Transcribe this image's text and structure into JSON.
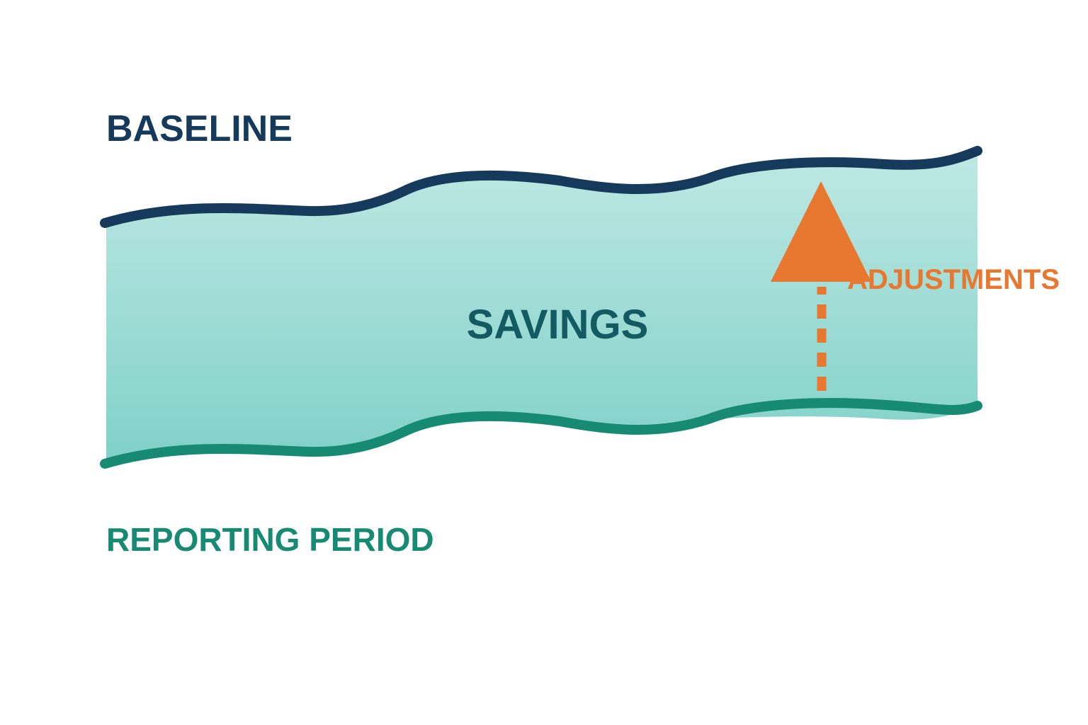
{
  "labels": {
    "baseline": "BASELINE",
    "savings": "SAVINGS",
    "adjustments": "ADJUSTMENTS",
    "reporting_period": "REPORTING PERIOD"
  },
  "colors": {
    "baseline": "#153a5b",
    "reporting_period": "#178a74",
    "savings_text": "#135a63",
    "band_top": "#bfe8e3",
    "band_bottom": "#7fd1c8",
    "adjustments": "#e8782f"
  }
}
